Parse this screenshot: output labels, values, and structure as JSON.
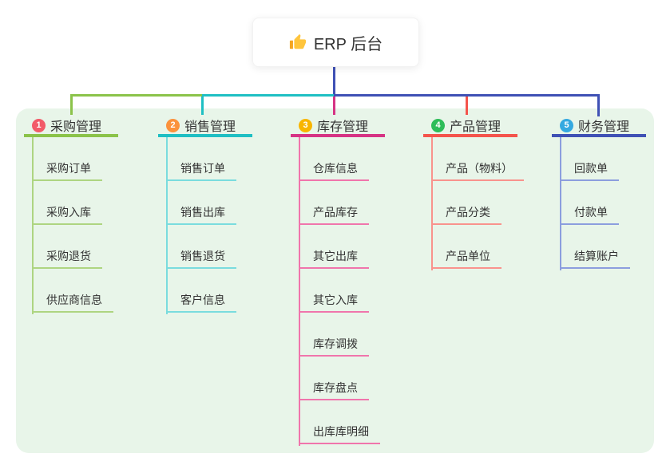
{
  "root": {
    "label": "ERP 后台",
    "icon": "thumbs-up-icon",
    "icon_color": "#FFC53D",
    "connector_color": "#3F51B5"
  },
  "panel": {
    "background": "#E8F5E9"
  },
  "branches": [
    {
      "index": "1",
      "label": "采购管理",
      "badge_color": "#F25B69",
      "line_color": "#8BC34A",
      "child_line_color": "#AED581",
      "children": [
        "采购订单",
        "采购入库",
        "采购退货",
        "供应商信息"
      ]
    },
    {
      "index": "2",
      "label": "销售管理",
      "badge_color": "#FB923C",
      "line_color": "#1FBFC3",
      "child_line_color": "#7ADCDE",
      "children": [
        "销售订单",
        "销售出库",
        "销售退货",
        "客户信息"
      ]
    },
    {
      "index": "3",
      "label": "库存管理",
      "badge_color": "#F8B500",
      "line_color": "#D63384",
      "child_line_color": "#F075AC",
      "children": [
        "仓库信息",
        "产品库存",
        "其它出库",
        "其它入库",
        "库存调拨",
        "库存盘点",
        "出库库明细"
      ]
    },
    {
      "index": "4",
      "label": "产品管理",
      "badge_color": "#2EBD59",
      "line_color": "#F4544C",
      "child_line_color": "#F9938D",
      "children": [
        "产品（物料）",
        "产品分类",
        "产品单位"
      ]
    },
    {
      "index": "5",
      "label": "财务管理",
      "badge_color": "#35A9E0",
      "line_color": "#3F51B5",
      "child_line_color": "#8C9EDE",
      "children": [
        "回款单",
        "付款单",
        "结算账户"
      ]
    }
  ]
}
